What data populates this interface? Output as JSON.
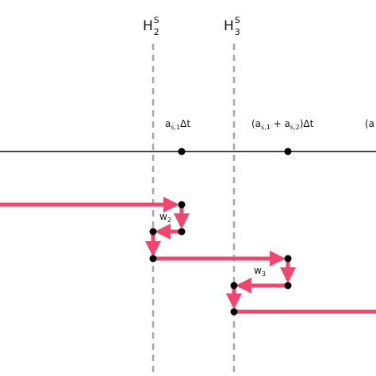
{
  "colors": {
    "path": "#ef476f",
    "axis": "#444444",
    "guide": "#a6a6a6",
    "point": "#000000"
  },
  "guides": [
    {
      "label_main": "H",
      "label_sup": "S",
      "label_sub": "2"
    },
    {
      "label_main": "H",
      "label_sup": "S",
      "label_sub": "3"
    }
  ],
  "axis_labels": [
    {
      "pre": "a",
      "sub": "s,1",
      "post": "Δt"
    },
    {
      "pre": "(a",
      "sub": "s,1",
      "mid": " + a",
      "sub2": "s,2",
      "post": ")Δt"
    },
    {
      "pre": "(a",
      "sub": ""
    }
  ],
  "weights": [
    {
      "main": "w",
      "sub": "2"
    },
    {
      "main": "w",
      "sub": "3"
    }
  ]
}
